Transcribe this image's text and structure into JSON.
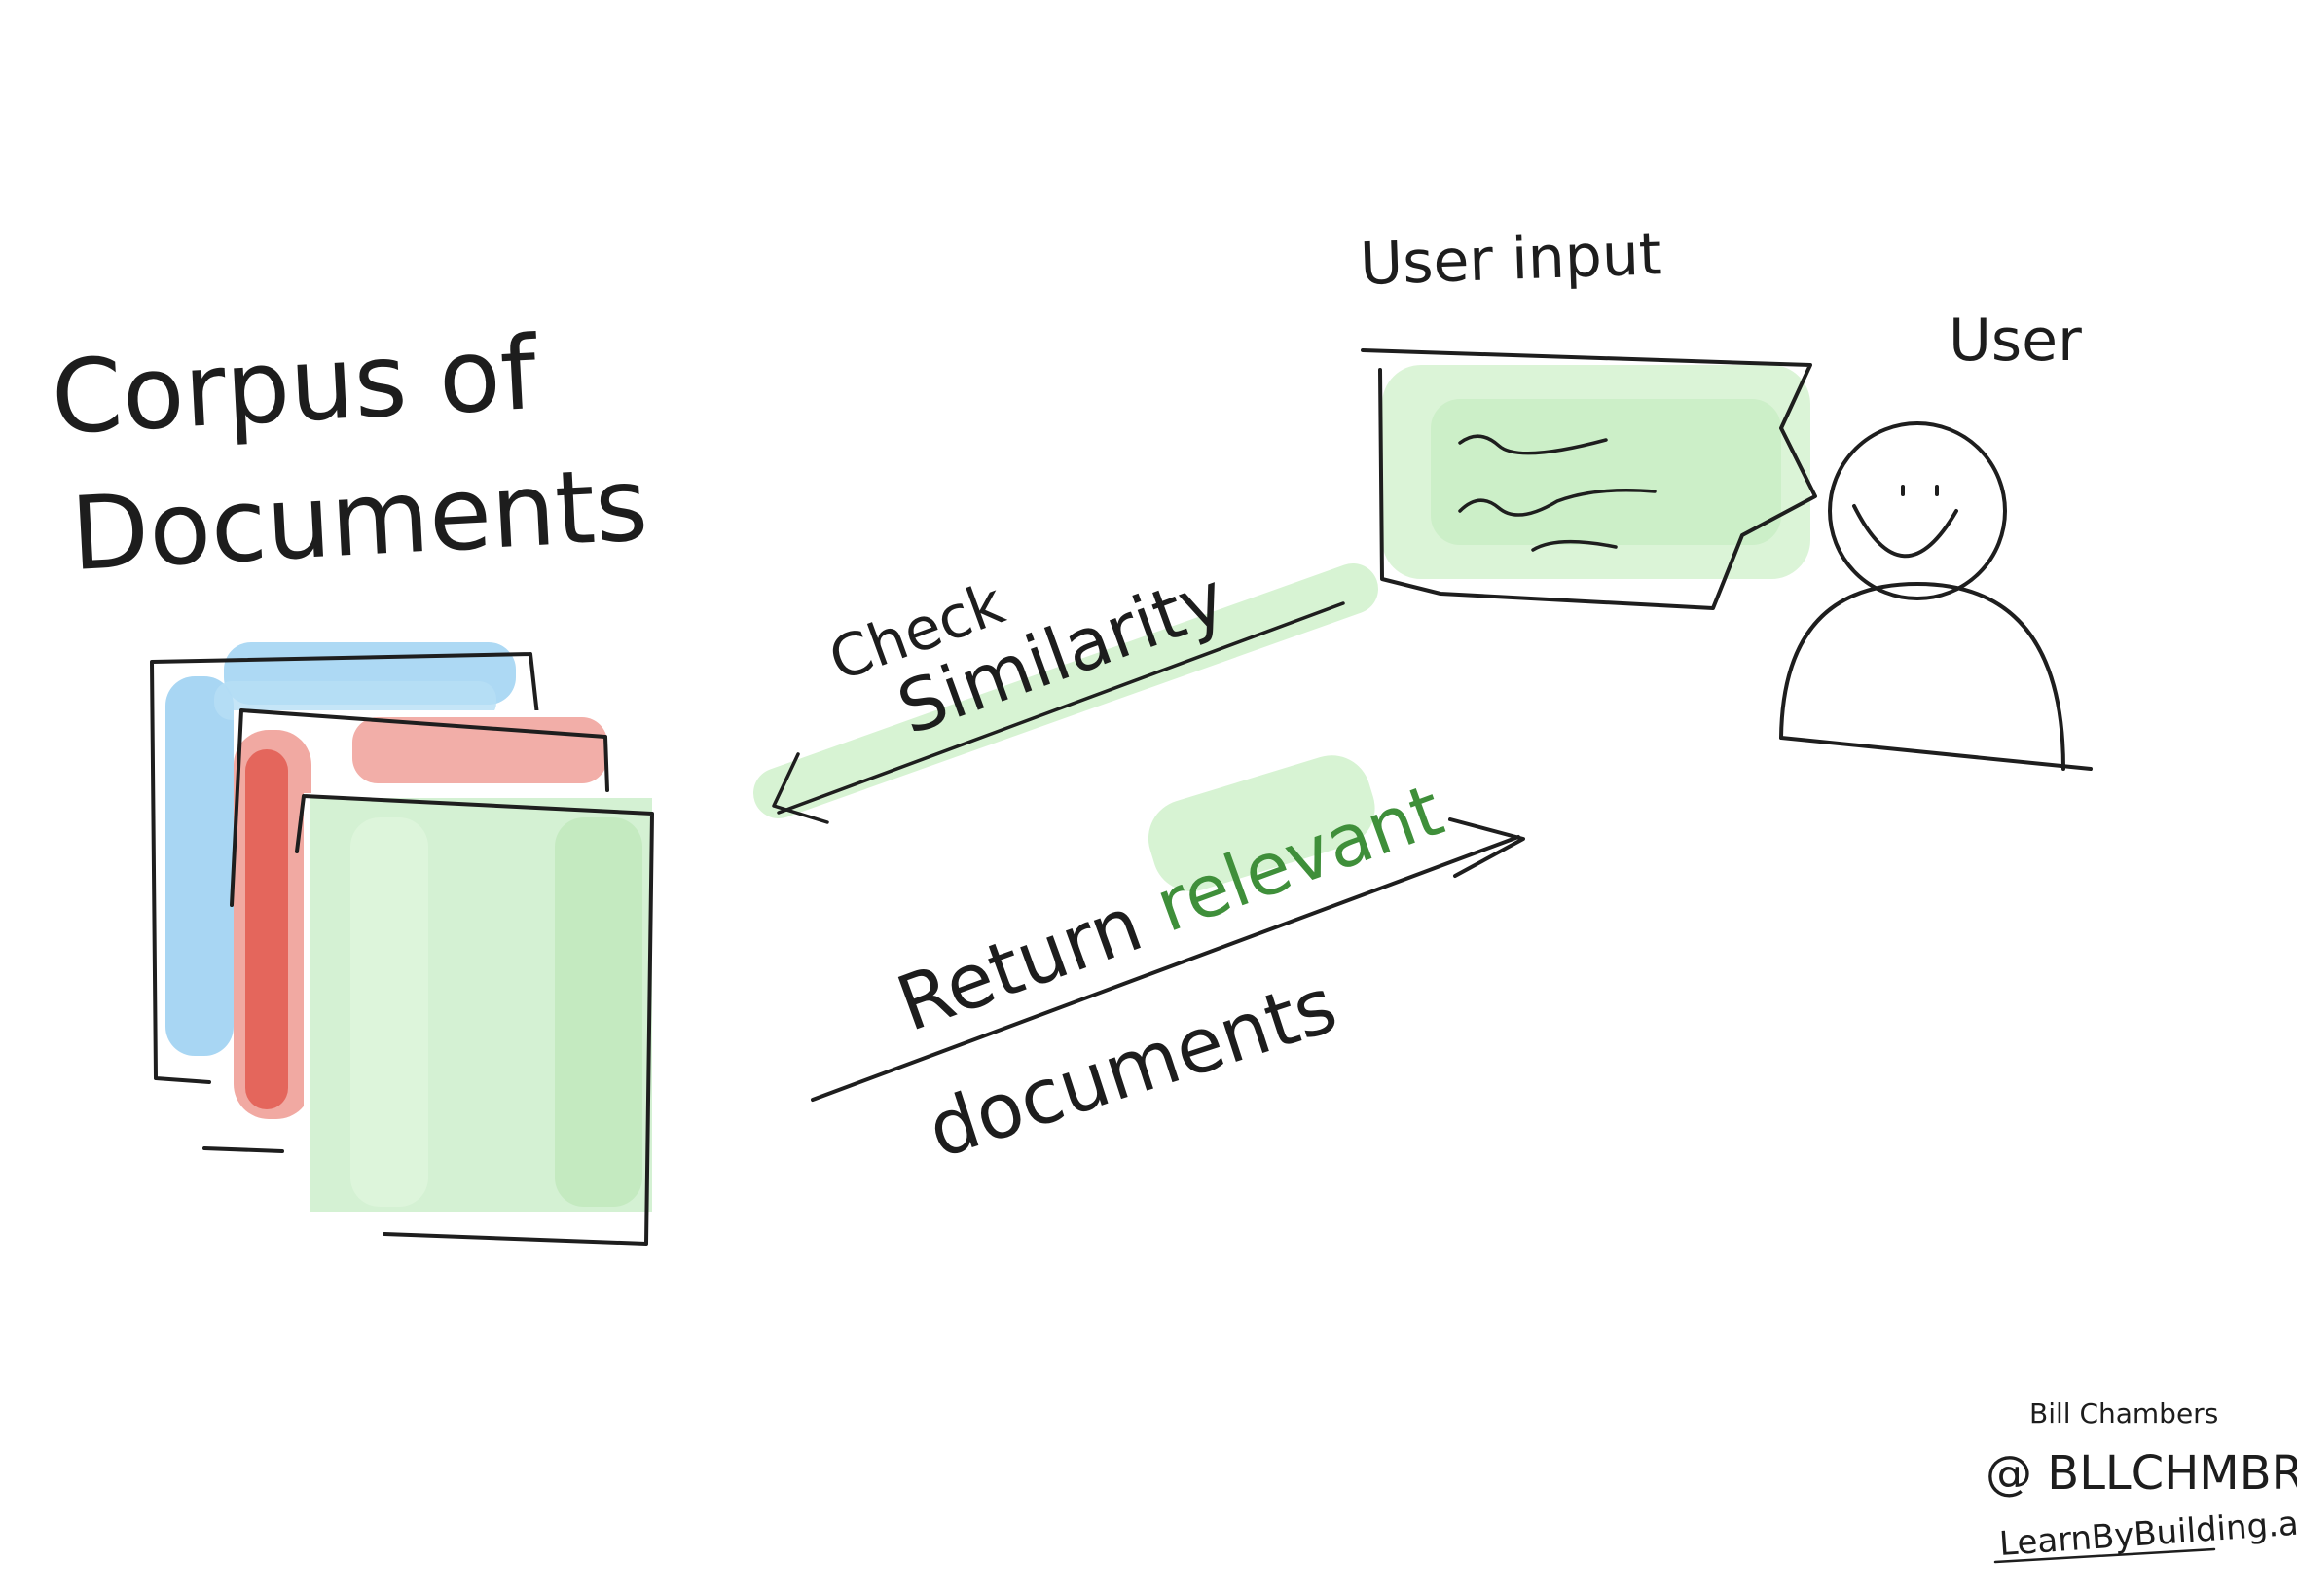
{
  "diagram": {
    "corpus": {
      "title_line1": "Corpus of",
      "title_line2": "Documents"
    },
    "user_input_label": "User input",
    "user_label": "User",
    "check_similarity": {
      "line1": "Check",
      "line2": "Similarity"
    },
    "return_docs": {
      "word_return": "Return",
      "word_relevant": "relevant",
      "word_documents": "documents"
    },
    "colors": {
      "doc_blue": "#9fd2f2",
      "doc_red": "#ef9a92",
      "doc_red_strong": "#e25b50",
      "doc_green": "#cdeecb",
      "highlight_green": "#d7f3d3",
      "relevant_text": "#3f8f3a",
      "ink": "#1e1e1e"
    }
  },
  "signature": {
    "name": "Bill Chambers",
    "handle": "@ BLLCHMBRS",
    "site": "LearnByBuilding.ai"
  }
}
